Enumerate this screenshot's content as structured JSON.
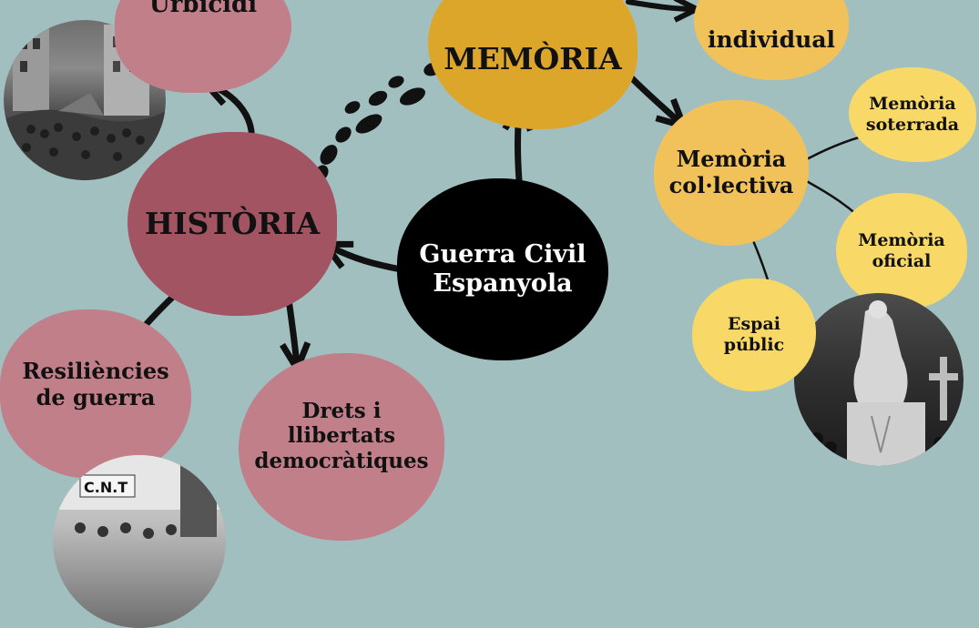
{
  "colors": {
    "background": "#a2bfc0",
    "historia": "#a25463",
    "historia_light": "#c07f89",
    "memoria": "#dca62b",
    "memoria_light": "#f2c25a",
    "memoria_pale": "#f8d866",
    "center": "#000000"
  },
  "nodes": {
    "center": "Guerra Civil\nEspanyola",
    "historia": "HISTÒRIA",
    "memoria": "MEMÒRIA",
    "urbicidi": "Urbicidi",
    "resiliencies": "Resiliències\nde guerra",
    "drets": "Drets i\nllibertats\ndemocràtiques",
    "individual": "individual",
    "collectiva": "Memòria\ncol·lectiva",
    "soterrada": "Memòria\nsoterrada",
    "oficial": "Memòria\noficial",
    "espai": "Espai\npúblic"
  },
  "photos": {
    "bombing": "bombing-rubble-photo",
    "cnt": "cnt-building-photo",
    "sign_text": "C.N.T",
    "monument": "monument-statue-photo"
  },
  "decorations": {
    "footprints": "footprints-icon"
  }
}
